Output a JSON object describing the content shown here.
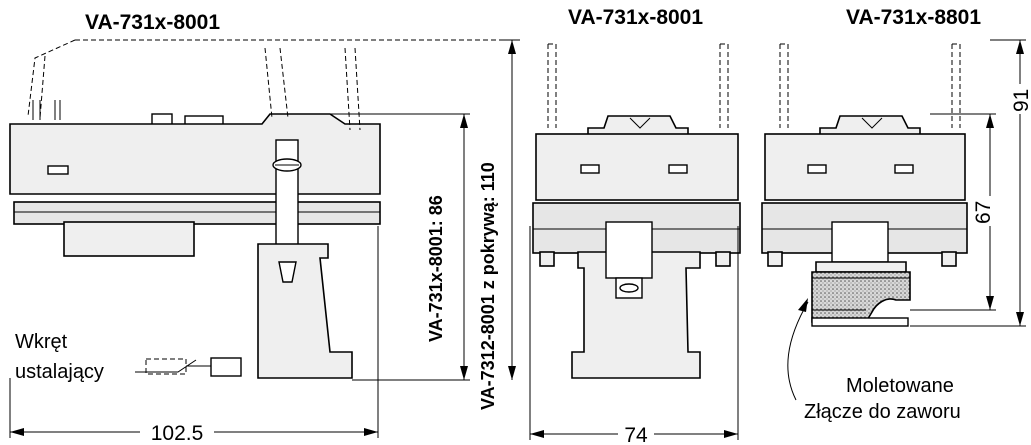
{
  "titles": {
    "left": "VA-731x-8001",
    "middle": "VA-731x-8001",
    "right": "VA-731x-8801"
  },
  "labels": {
    "screw_line1": "Wkręt",
    "screw_line2": "ustalający",
    "knurled_line1": "Moletowane",
    "knurled_line2": "Złącze do zaworu"
  },
  "dimensions": {
    "left_width": "102.5",
    "middle_width": "74",
    "height_86": "VA-731x-8001: 86",
    "height_110": "VA-7312-8001 z pokrywą: 110",
    "right_67": "67",
    "right_91": "91"
  }
}
